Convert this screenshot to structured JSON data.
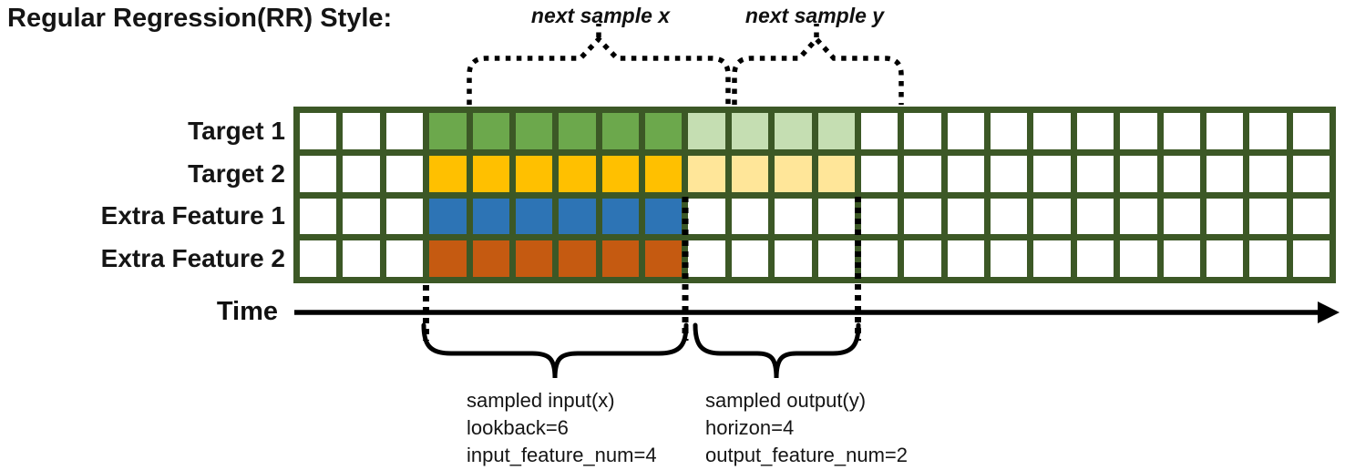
{
  "title": "Regular Regression(RR) Style:",
  "top_annotations": {
    "next_sample_x": "next sample x",
    "next_sample_y": "next sample y"
  },
  "grid": {
    "num_columns": 24,
    "num_rows": 4,
    "border_color": "#3c5826",
    "empty_cell_color": "#ffffff",
    "rows": [
      {
        "label": "Target 1",
        "segments": [
          {
            "from": 4,
            "to": 9,
            "color": "#6ca84c"
          },
          {
            "from": 10,
            "to": 13,
            "color": "#c5deb2"
          }
        ]
      },
      {
        "label": "Target 2",
        "segments": [
          {
            "from": 4,
            "to": 9,
            "color": "#ffc000"
          },
          {
            "from": 10,
            "to": 13,
            "color": "#ffe699"
          }
        ]
      },
      {
        "label": "Extra Feature 1",
        "segments": [
          {
            "from": 4,
            "to": 9,
            "color": "#2d74b5"
          }
        ]
      },
      {
        "label": "Extra Feature 2",
        "segments": [
          {
            "from": 4,
            "to": 9,
            "color": "#c55a11"
          }
        ]
      }
    ]
  },
  "time_axis": {
    "label": "Time"
  },
  "bottom_annotations": {
    "input": {
      "lines": [
        "sampled input(x)",
        "lookback=6",
        "input_feature_num=4"
      ]
    },
    "output": {
      "lines": [
        "sampled output(y)",
        "horizon=4",
        "output_feature_num=2"
      ]
    }
  },
  "annotation_color": "#000000"
}
